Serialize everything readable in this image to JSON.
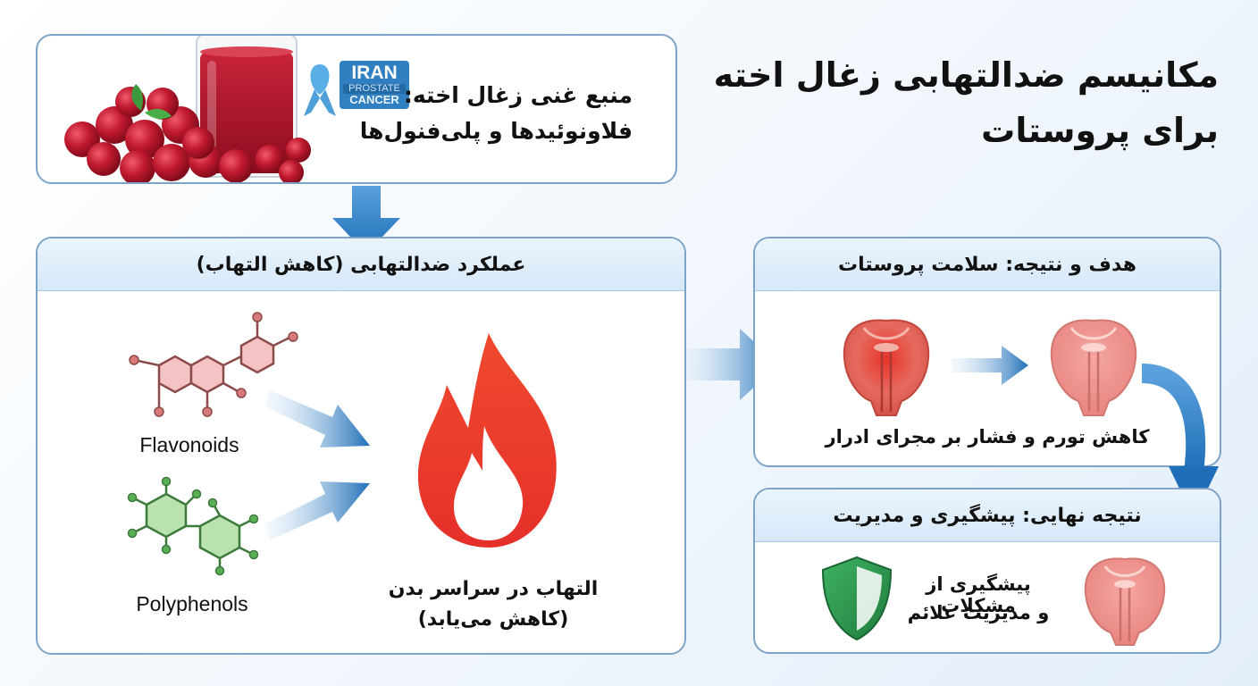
{
  "title": {
    "line1": "مکانیسم ضدالتهابی زغال اخته",
    "line2": "برای پروستات"
  },
  "source": {
    "line1": "منبع غنی زغال اخته:",
    "line2": "فلاونوئیدها و پلی‌فنول‌ها",
    "logo": {
      "line1": "IRAN",
      "line2": "PROSTATE",
      "line3": "CANCER"
    }
  },
  "action": {
    "header": "عملکرد ضدالتهابی (کاهش التهاب)",
    "flavonoids_label": "Flavonoids",
    "polyphenols_label": "Polyphenols",
    "inflammation_line1": "التهاب در سراسر بدن",
    "inflammation_line2": "(کاهش می‌یابد)"
  },
  "goal": {
    "header": "هدف و نتیجه: سلامت پروستات",
    "caption": "کاهش تورم و فشار بر مجرای ادرار"
  },
  "final": {
    "header": "نتیجه نهایی: پیشگیری و مدیریت",
    "line1": "پیشگیری از مشکلات",
    "line2": "و مدیریت علائم"
  },
  "colors": {
    "border": "#7ea3c8",
    "arrow_blue": "#2b7cc4",
    "flame_red": "#e8372c",
    "prostate_pink": "#ee8e8e",
    "shield_green": "#2f9b52",
    "cranberry": "#b3142a"
  }
}
